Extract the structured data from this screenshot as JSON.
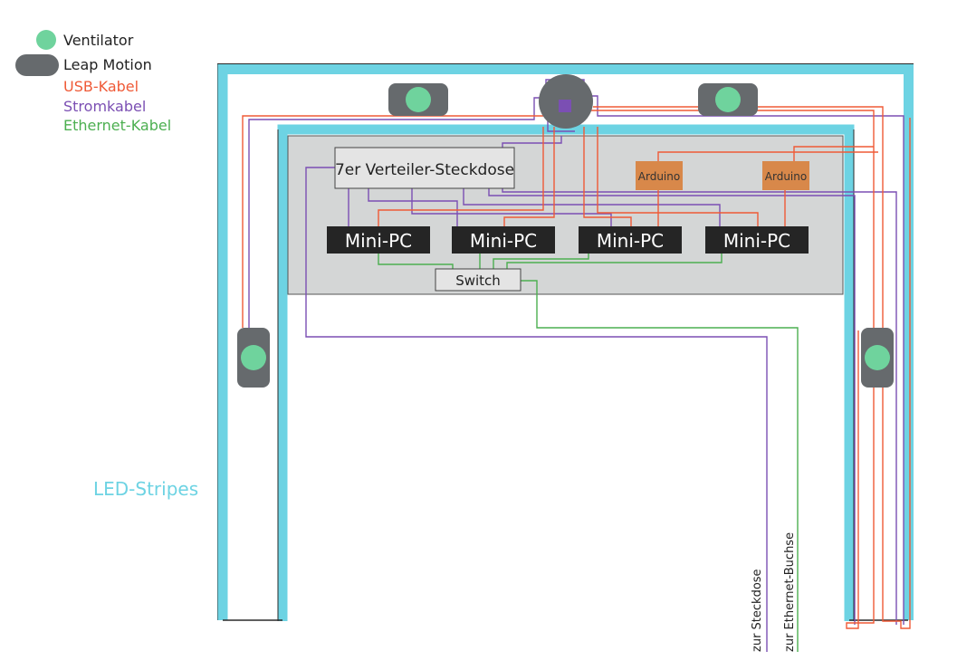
{
  "legend": {
    "ventilator": "Ventilator",
    "leap_motion": "Leap Motion",
    "usb": "USB-Kabel",
    "strom": "Stromkabel",
    "ethernet": "Ethernet-Kabel"
  },
  "labels": {
    "led": "LED-Stripes",
    "power_strip": "7er Verteiler-Steckdose",
    "mini_pc": "Mini-PC",
    "arduino": "Arduino",
    "switch": "Switch",
    "to_socket": "zur Steckdose",
    "to_ethernet": "zur Ethernet-Buchse"
  },
  "colors": {
    "usb": "#ef5a37",
    "strom": "#7b4fb3",
    "ethernet": "#4caf50",
    "led": "#6dd3e3",
    "ventilator": "#6fd39d",
    "leap_motion": "#666a6d",
    "mini_pc": "#252525",
    "arduino": "#d8884a",
    "panel": "#d4d6d6"
  },
  "icons": {
    "ventilator": "ventilator-circle-icon",
    "leap_motion": "leap-motion-pill-icon"
  }
}
